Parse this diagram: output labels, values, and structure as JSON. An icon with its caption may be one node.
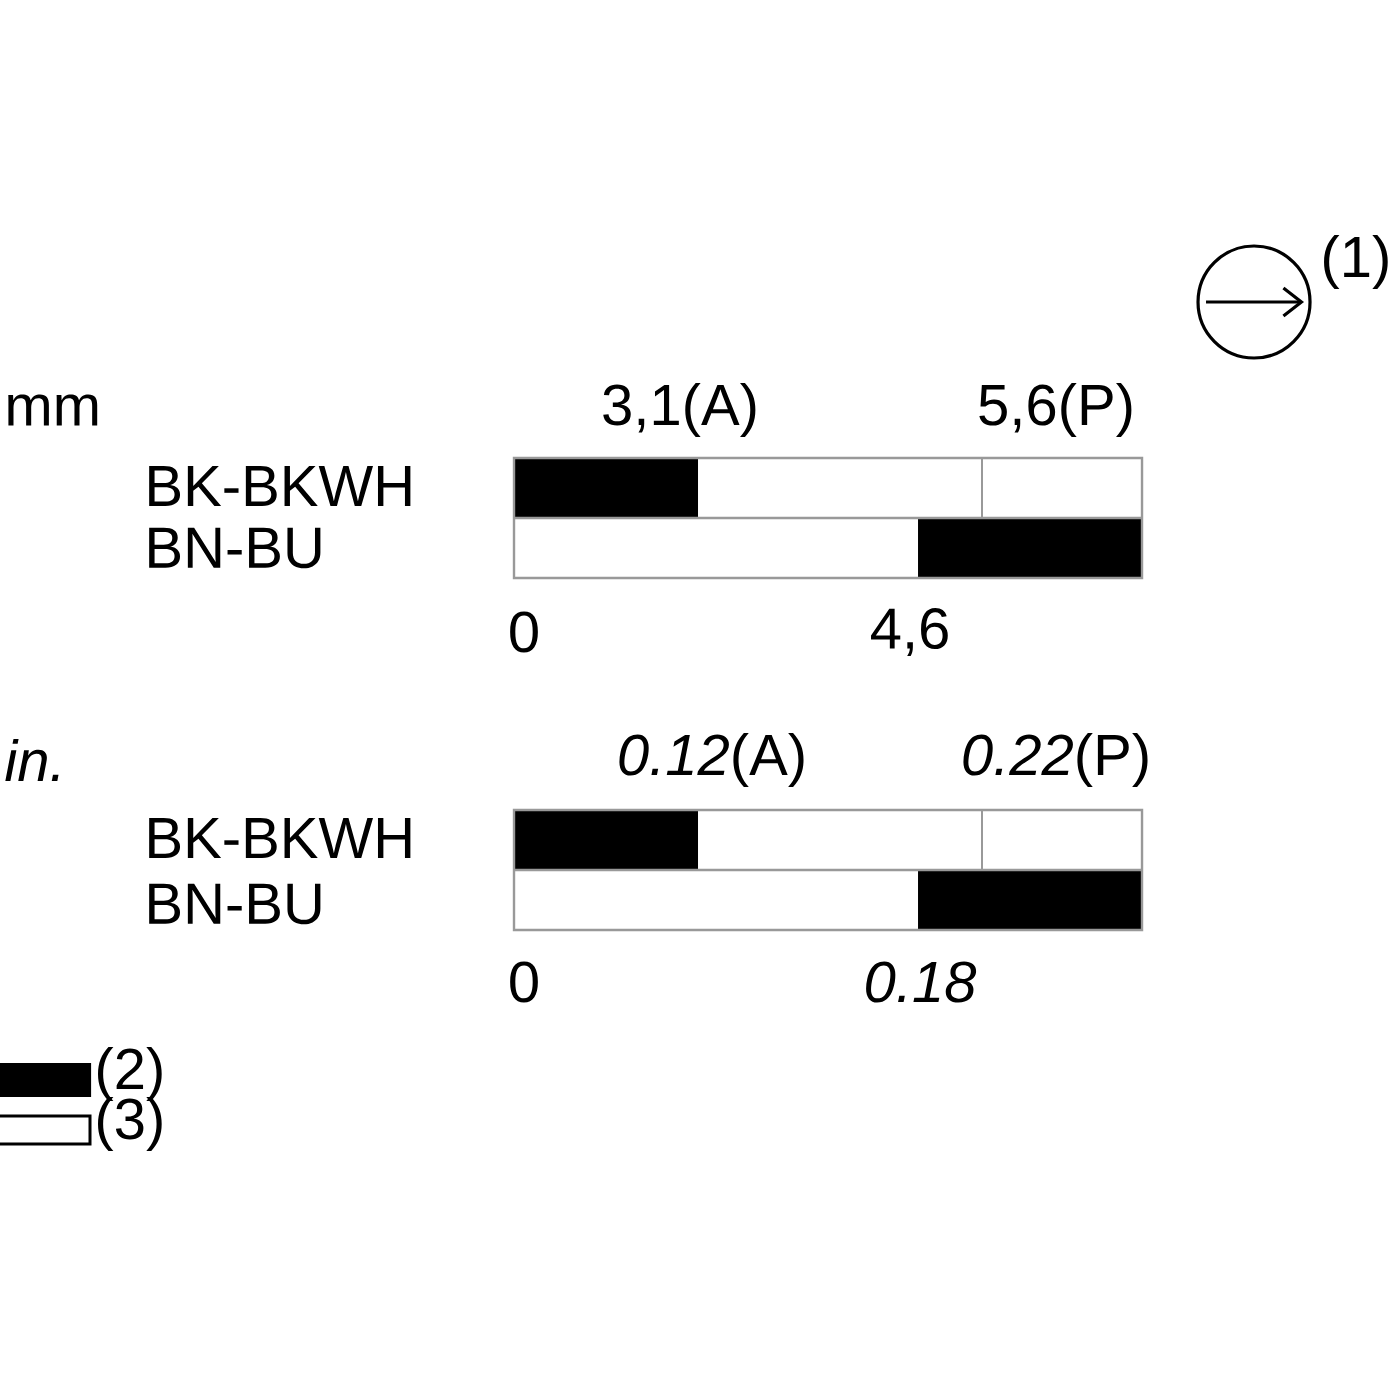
{
  "diagram": {
    "labels": [
      "(1)",
      "mm",
      "3,1(A)",
      "5,6(P)",
      "BK-BKWH",
      "BN-BU",
      "0",
      "4,6",
      "in.",
      "*0.12*(A)",
      "*0.22*(P)",
      "BK-BKWH",
      "BN-BU",
      "0",
      "0.18"
    ],
    "legend": [
      {
        "text": "(2)",
        "color": "#000000"
      },
      {
        "text": "(3)"
      }
    ]
  }
}
